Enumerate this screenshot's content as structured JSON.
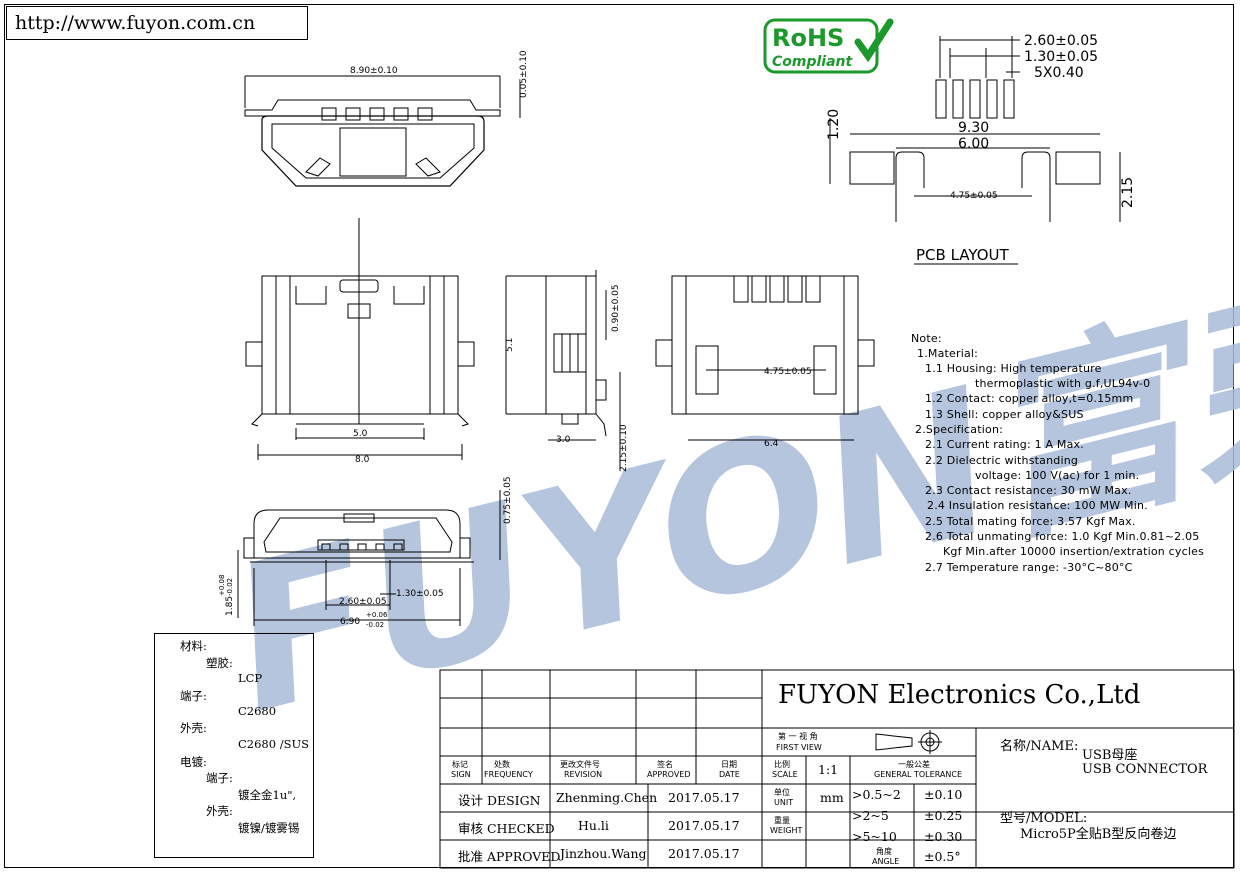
{
  "header": {
    "url": "http://www.fuyon.com.cn"
  },
  "badge": {
    "line1": "RoHS",
    "line2": "Compliant",
    "color": "#1a9a2a"
  },
  "watermark": {
    "text": "FUYON富荣",
    "color": "#a9bbd8"
  },
  "pcb": {
    "dims": [
      "2.60±0.05",
      "1.30±0.05",
      "5X0.40",
      "1.20",
      "9.30",
      "6.00",
      "4.75±0.05",
      "2.15"
    ],
    "label": "PCB LAYOUT"
  },
  "top_view": {
    "dims": [
      "8.90±0.10",
      "0.05±0.10"
    ]
  },
  "front_view": {
    "dims": [
      "5.0",
      "8.0"
    ]
  },
  "side_view": {
    "dims": [
      "5.1",
      "0.90±0.05",
      "3.0",
      "2.15±0.10"
    ]
  },
  "bottom_view": {
    "dims": [
      "4.75±0.05",
      "6.4"
    ]
  },
  "mating_view": {
    "dims": [
      "0.75±0.05",
      "+0.08",
      "-0.02",
      "1.85",
      "2.60±0.05",
      "1.30±0.05",
      "6.90",
      "+0.06",
      "-0.02"
    ]
  },
  "notes": {
    "title": "Note:",
    "lines": [
      "1.Material:",
      "1.1 Housing:  High temperature",
      "thermoplastic with g.f,UL94v-0",
      "1.2 Contact: copper alloy,t=0.15mm",
      "1.3 Shell: copper alloy&SUS",
      "2.Specification:",
      "2.1 Current rating:  1 A Max.",
      "2.2 Dielectric withstanding",
      "voltage:  100 V(ac) for 1 min.",
      "2.3 Contact resistance: 30 mW Max.",
      "2.4 Insulation resistance:  100 MW Min.",
      "2.5 Total mating force: 3.57 Kgf Max.",
      "2.6 Total unmating force: 1.0 Kgf Min.0.81~2.05",
      "Kgf Min.after 10000 insertion/extration cycles",
      "2.7 Temperature range: -30°C~80°C"
    ]
  },
  "materials": {
    "lines": [
      "材料:",
      "塑胶:",
      "LCP",
      "端子:",
      "C2680",
      "外壳:",
      "C2680 /SUS",
      "电镀:",
      "端子:",
      "镀全金1u\",",
      "外壳:",
      "镀镍/镀雾锡"
    ]
  },
  "title_block": {
    "company": "FUYON Electronics Co.,Ltd",
    "first_view_cn": "第 一 视 角",
    "first_view_en": "FIRST VIEW",
    "headers": [
      {
        "cn": "标记",
        "en": "SIGN"
      },
      {
        "cn": "处数",
        "en": "FREQUENCY"
      },
      {
        "cn": "更改文件号",
        "en": "REVISION"
      },
      {
        "cn": "签名",
        "en": "APPROVED"
      },
      {
        "cn": "日期",
        "en": "DATE"
      }
    ],
    "rows": [
      {
        "role": "设计 DESIGN",
        "name": "Zhenming.Chen",
        "date": "2017.05.17"
      },
      {
        "role": "审核 CHECKED",
        "name": "Hu.li",
        "date": "2017.05.17"
      },
      {
        "role": "批准 APPROVED",
        "name": "Jinzhou.Wang",
        "date": "2017.05.17"
      }
    ],
    "scale_cn": "比例",
    "scale_en": "SCALE",
    "scale_value": "1:1",
    "unit_cn": "单位",
    "unit_en": "UNIT",
    "unit_value": "mm",
    "weight_cn": "重量",
    "weight_en": "WEIGHT",
    "tolerance_cn": "一般公差",
    "tolerance_en": "GENERAL TOLERANCE",
    "tolerances": [
      {
        "range": ">0.5~2",
        "value": "±0.10"
      },
      {
        "range": ">2~5",
        "value": "±0.25"
      },
      {
        "range": ">5~10",
        "value": "±0.30"
      }
    ],
    "angle_cn": "角度",
    "angle_en": "ANGLE",
    "angle_value": "±0.5°",
    "name_label": "名称/NAME:",
    "name_cn": "USB母座",
    "name_en": "USB CONNECTOR",
    "model_label": "型号/MODEL:",
    "model_value": "Micro5P全贴B型反向卷边"
  }
}
